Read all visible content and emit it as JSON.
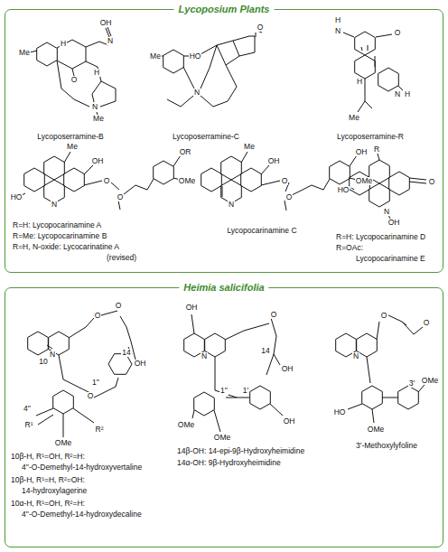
{
  "diagram": {
    "nodes": [
      {
        "text": [
          "Lycoposium Plants"
        ]
      },
      {
        "text": [
          "Heimia salicifolia"
        ]
      }
    ],
    "labels": [
      "Lycoposerramine-B",
      "Lycoposerramine-C",
      "Lycoposerramine-R",
      "R=H: Lycopocarinamine A",
      "R=Me: Lycopocarinamine B",
      "R=H, N-oxide: Lycocarinatine A",
      "(revised)",
      "Lycopocarinamine C",
      "R=H: Lycopocarinamine D",
      "R=OAc:",
      "Lycopocarinamine E",
      "10β-H, R¹=OH, R²=H:",
      "4''-O-Demethyl-14-hydroxyvertaline",
      "10β-H, R¹=H, R²=OH:",
      "14-hydroxylagerine",
      "10α-H, R¹=OH, R²=H:",
      "4''-O-Demethyl-14-hydroxydecaline",
      "14β-OH: 14-epi-9β-Hydroxyheimidine",
      "14α-OH: 9β-Hydroxyheimidine",
      "3'-Methoxylyfoline",
      "OH",
      "N",
      "Me",
      "H",
      "O",
      "H",
      "N",
      "Me",
      "Me",
      "HO",
      "O",
      "N",
      "H",
      "N",
      "O",
      "H",
      "N",
      "H",
      "Me",
      "Me",
      "OH",
      "O",
      "O",
      "OR",
      "OMe",
      "HO",
      "N",
      "Me",
      "OH",
      "O",
      "O",
      "OH",
      "OMe",
      "N",
      "R",
      "O",
      "HO",
      "N",
      "OH",
      "O",
      "O",
      "N",
      "10",
      "OH",
      "14",
      "1''",
      "O",
      "4''",
      "R¹",
      "R²",
      "OMe",
      "OH",
      "O",
      "N",
      "OH",
      "14",
      "1''",
      "1'",
      "OMe",
      "OMe",
      "OH",
      "O",
      "O",
      "N",
      "OMe",
      "3'",
      "HO",
      "OMe"
    ]
  }
}
